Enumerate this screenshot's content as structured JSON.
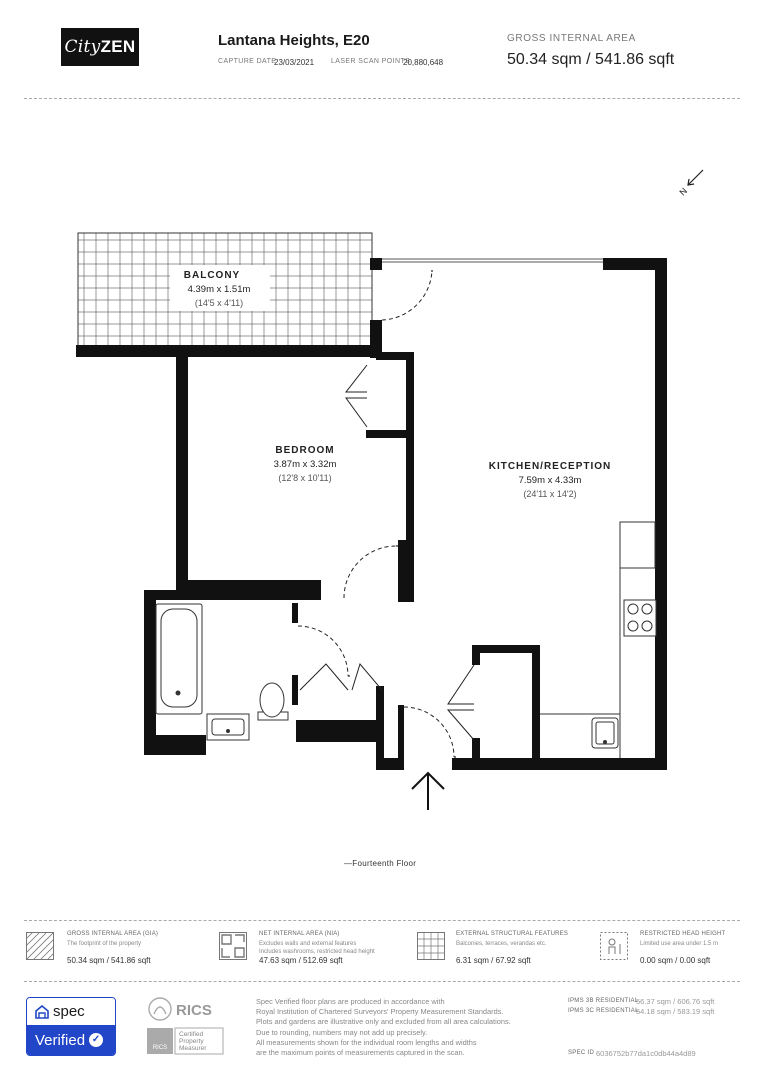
{
  "header": {
    "logo_text_city": "City",
    "logo_text_zen": "ZEN",
    "address": "Lantana Heights, E20",
    "capture_date_label": "CAPTURE DATE",
    "capture_date_value": "23/03/2021",
    "scan_points_label": "LASER SCAN POINTS",
    "scan_points_value": "20,880,648",
    "gia_label": "GROSS INTERNAL AREA",
    "gia_value": "50.34 sqm / 541.86 sqft"
  },
  "compass": {
    "north_label": "N"
  },
  "rooms": [
    {
      "name": "BALCONY",
      "dims_metric": "4.39m x 1.51m",
      "dims_imperial": "(14'5 x 4'11)"
    },
    {
      "name": "BEDROOM",
      "dims_metric": "3.87m x 3.32m",
      "dims_imperial": "(12'8 x 10'11)"
    },
    {
      "name": "KITCHEN/RECEPTION",
      "dims_metric": "7.59m x 4.33m",
      "dims_imperial": "(24'11 x 14'2)"
    }
  ],
  "floor_label": "—Fourteenth Floor",
  "legend": [
    {
      "title": "GROSS INTERNAL AREA (GIA)",
      "desc": "The footprint of the property",
      "value": "50.34 sqm / 541.86 sqft",
      "icon": "hatch-icon"
    },
    {
      "title": "NET INTERNAL AREA (NIA)",
      "desc": "Excludes walls and external features\nIncludes washrooms, restricted head height",
      "value": "47.63 sqm / 512.69 sqft",
      "icon": "nia-icon"
    },
    {
      "title": "EXTERNAL STRUCTURAL FEATURES",
      "desc": "Balconies, terraces, verandas etc.",
      "value": "6.31 sqm / 67.92 sqft",
      "icon": "grid-icon"
    },
    {
      "title": "RESTRICTED HEAD HEIGHT",
      "desc": "Limited use area under 1.5 m",
      "value": "0.00 sqm / 0.00 sqft",
      "icon": "head-height-icon"
    }
  ],
  "badge": {
    "top": "spec",
    "bottom": "Verified"
  },
  "rics": {
    "name": "RICS",
    "line1": "Certified",
    "line2": "Property",
    "line3": "Measurer",
    "mini": "RICS"
  },
  "footer": {
    "lines": [
      "Spec Verified floor plans are produced in accordance with",
      "Royal Institution of Chartered Surveyors' Property Measurement Standards.",
      "Plots and gardens are illustrative only and excluded from all area calculations.",
      "Due to rounding, numbers may not add up precisely.",
      "All measurements shown for the individual room lengths and widths",
      "are the maximum points of measurements captured in the scan."
    ],
    "ipms3b_label": "IPMS 3B RESIDENTIAL",
    "ipms3b_value": "56.37 sqm / 606.76 sqft",
    "ipms3c_label": "IPMS 3C RESIDENTIAL",
    "ipms3c_value": "54.18 sqm / 583.19 sqft",
    "spec_id_label": "SPEC ID",
    "spec_id_value": "6036752b77da1c0db44a4d89"
  }
}
